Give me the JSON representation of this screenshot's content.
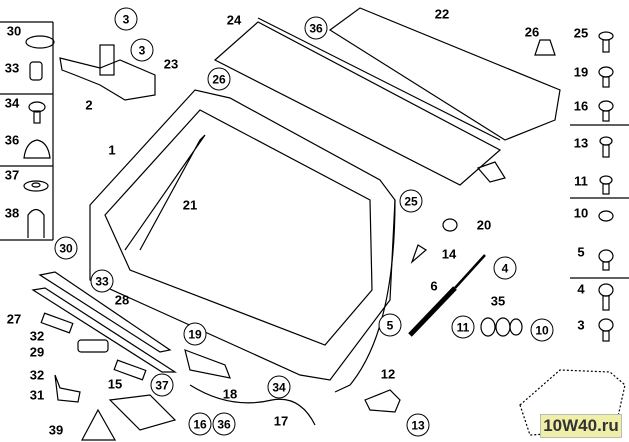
{
  "diagram": {
    "legend_left": [
      "30",
      "33",
      "34",
      "36",
      "37",
      "38"
    ],
    "legend_right": [
      "25",
      "19",
      "16",
      "13",
      "11",
      "10",
      "5",
      "4",
      "3"
    ],
    "callouts": {
      "c3a": "3",
      "c3b": "3",
      "l2": "2",
      "l1": "1",
      "l21": "21",
      "l24": "24",
      "l23": "23",
      "c26": "26",
      "c36": "36",
      "l22": "22",
      "l26": "26",
      "c25": "25",
      "l20": "20",
      "l14": "14",
      "c4": "4",
      "l6": "6",
      "c5": "5",
      "l35": "35",
      "c11": "11",
      "c10": "10",
      "l12": "12",
      "c13": "13",
      "c30": "30",
      "l27": "27",
      "c33": "33",
      "l28": "28",
      "l32a": "32",
      "l29": "29",
      "l32b": "32",
      "l31": "31",
      "l15": "15",
      "c37": "37",
      "l39": "39",
      "c16": "16",
      "c36b": "36",
      "c19": "19",
      "l18": "18",
      "c34": "34",
      "l17": "17"
    },
    "watermark": "10W40.ru"
  }
}
